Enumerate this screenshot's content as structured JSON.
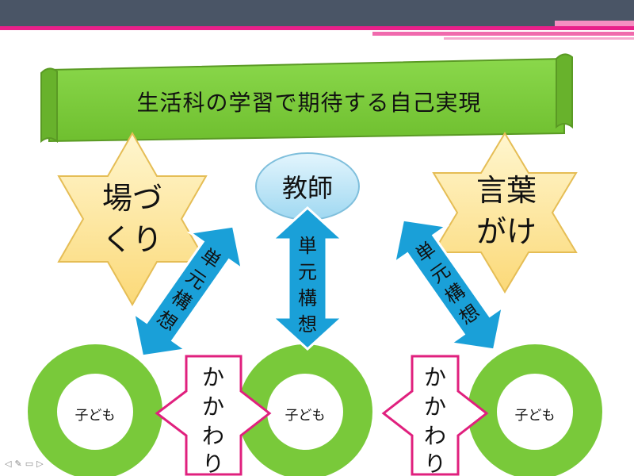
{
  "title": "生活科の学習で期待する自己実現",
  "nodes": {
    "star_left": "場づくり",
    "star_left_lines": [
      "場づ",
      "くり"
    ],
    "teacher": "教師",
    "star_right": "言葉がけ",
    "star_right_lines": [
      "言葉",
      "がけ"
    ],
    "child_left": "子ども",
    "child_center": "子ども",
    "child_right": "子ども"
  },
  "arrows": {
    "unit_design": "単元構想",
    "unit_design_chars": [
      "単",
      "元",
      "構",
      "想"
    ],
    "interaction": "かかわり",
    "interaction_chars": [
      "か",
      "か",
      "わ",
      "り"
    ]
  },
  "colors": {
    "banner": "#7ccf3a",
    "star": "#fde7a3",
    "teacher": "#bfe6f7",
    "ring": "#79c93a",
    "blue_arrow": "#1aa0d8",
    "pink_arrow": "#e0207e",
    "header_bar": "#4a5566"
  },
  "icons": [
    "prev-icon",
    "pen-icon",
    "menu-icon",
    "next-icon"
  ]
}
